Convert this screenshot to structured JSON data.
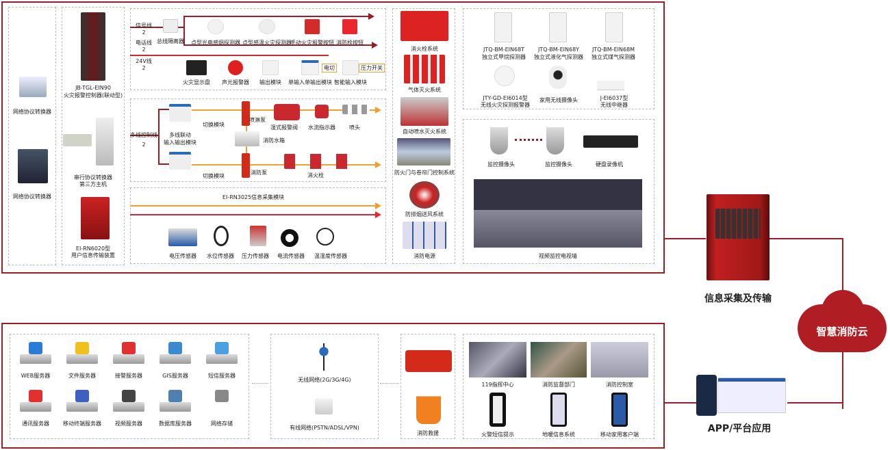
{
  "top": {
    "converters": [
      "网络协议转换器",
      "网络协议转换器"
    ],
    "controllers": [
      {
        "label": "JB-TGL-EIN90",
        "label2": "火灾报警控制器(联动型)"
      },
      {
        "label": "串行协议转换器",
        "label2": "第三方主机"
      },
      {
        "label": "EI-RN6020型",
        "label2": "用户信息传输装置"
      }
    ],
    "bus": {
      "signal": "信号线",
      "signal_n": "2",
      "power": "电话线",
      "power_n": "2",
      "v24": "24V线",
      "v24_n": "2",
      "isolator": "总线隔离器",
      "top_devices": [
        "点型光电感烟探测器",
        "点型感温火灾探测器",
        "手动火灾报警按钮",
        "消防栓按钮"
      ],
      "bottom_devices": [
        "火灾显示盘",
        "声光报警器",
        "输出模块",
        "单输入单输出模块",
        "智能输入模块"
      ],
      "tag_power_cut": "电切",
      "tag_pressure": "压力开关"
    },
    "linkage": {
      "line": "多线控制线",
      "line_n": "2",
      "module": "多线联动",
      "module2": "输入输出模块",
      "switch1": "切换模块",
      "switch2": "切换模块",
      "spray_pump": "喷淋泵",
      "tank": "消防水箱",
      "fire_pump": "消防泵",
      "wet_valve": "湿式报警阀",
      "flow": "水流指示器",
      "sprinkler": "喷头",
      "hydrant": "消火栓"
    },
    "sensors": {
      "title": "EI-RN3025信息采集模块",
      "items": [
        "电压传感器",
        "水位传感器",
        "压力传感器",
        "电流传感器",
        "温湿度传感器"
      ]
    },
    "systems": [
      "消火栓系统",
      "气体灭火系统",
      "自动喷水灭火系统",
      "防火门与卷帘门控制系统",
      "防排烟送风系统",
      "消防电源"
    ],
    "detectors": [
      {
        "label": "JTQ-BM-EIN68T",
        "label2": "独立式甲烷探测器"
      },
      {
        "label": "JTQ-BM-EIN68Y",
        "label2": "独立式液化气探测器"
      },
      {
        "label": "JTQ-BM-EIN68M",
        "label2": "独立式煤气探测器"
      },
      {
        "label": "JTY-GD-EI6014型",
        "label2": "无线火灾探测报警器"
      },
      {
        "label": "家用无线摄像头",
        "label2": ""
      },
      {
        "label": "J-EI6037型",
        "label2": "无线中继器"
      }
    ],
    "video": {
      "cam1": "监控摄像头",
      "cam2": "监控摄像头",
      "nvr": "硬盘录像机",
      "wall": "视频监控电视墙"
    }
  },
  "right": {
    "collect": "信息采集及传输",
    "cloud": "智慧消防云",
    "app": "APP/平台应用"
  },
  "bottom": {
    "servers": [
      "WEB服务器",
      "文件服务器",
      "接警服务器",
      "GIS服务器",
      "短信服务器",
      "通讯服务器",
      "移动终端服务器",
      "视频服务器",
      "数据库服务器",
      "网络存储"
    ],
    "network": {
      "wireless": "无线网络(2G/3G/4G)",
      "wired": "有线网络(PSTN/ADSL/VPN)"
    },
    "rescue": "消防救援",
    "centers": [
      "119指挥中心",
      "消防监督部门",
      "消防控制室",
      "火警短信提示",
      "地暖信息系统",
      "移动家用客户端"
    ]
  }
}
